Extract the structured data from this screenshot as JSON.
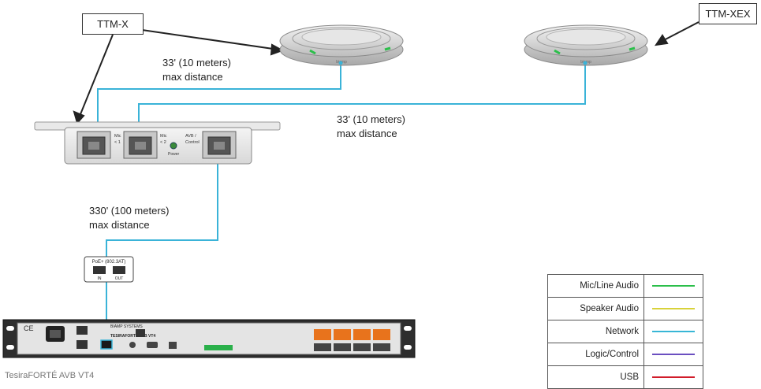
{
  "callouts": {
    "ttm_x": "TTM-X",
    "ttm_xex": "TTM-XEX"
  },
  "distances": {
    "mic1": [
      "33' (10 meters)",
      "max distance"
    ],
    "mic2": [
      "33' (10 meters)",
      "max distance"
    ],
    "network": [
      "330' (100 meters)",
      "max distance"
    ]
  },
  "device_labels": {
    "mic1": "Mic",
    "mic1_port": "< 1",
    "mic2": "Mic",
    "mic2_port": "< 2",
    "avb": "AVB /",
    "avb_control": "Control",
    "power": "Power",
    "mic_brand": "biamp"
  },
  "injector": {
    "title": "PoE+ (802.3AT)",
    "in_label": "IN",
    "out_label": "OUT"
  },
  "rack_unit": {
    "caption": "TesiraFORTÉ AVB VT4",
    "brand": "BIAMP SYSTEMS",
    "model": "TESIRAFORTÉ AVB VT4"
  },
  "legend": [
    {
      "label": "Mic/Line Audio",
      "color": "#2bbf4a"
    },
    {
      "label": "Speaker Audio",
      "color": "#d8d23a"
    },
    {
      "label": "Network",
      "color": "#38b6d6"
    },
    {
      "label": "Logic/Control",
      "color": "#6b4fc0"
    },
    {
      "label": "USB",
      "color": "#d11c2a"
    }
  ],
  "colors": {
    "network_cable": "#3ab3d8"
  }
}
